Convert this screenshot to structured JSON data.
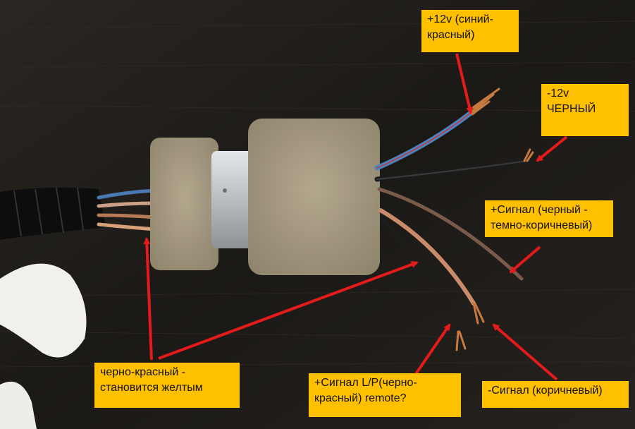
{
  "labels": {
    "plus12v": "+12v (синий-\nкрасный)",
    "minus12v": "-12v\nЧЕРНЫЙ",
    "signal_plus": "+Сигнал (черный -\nтемно-коричневый)",
    "signal_lr": "+Сигнал L/P(черно-\nкрасный) remote?",
    "signal_minus": "-Сигнал (коричневый)",
    "black_red": "черно-красный -\nстановится желтым"
  },
  "colors": {
    "label_bg": "#ffc000",
    "arrow": "#e31b1b",
    "background": "#1e1b18",
    "foam": "#a89c82",
    "metal_ring": "#c9ccd0"
  }
}
